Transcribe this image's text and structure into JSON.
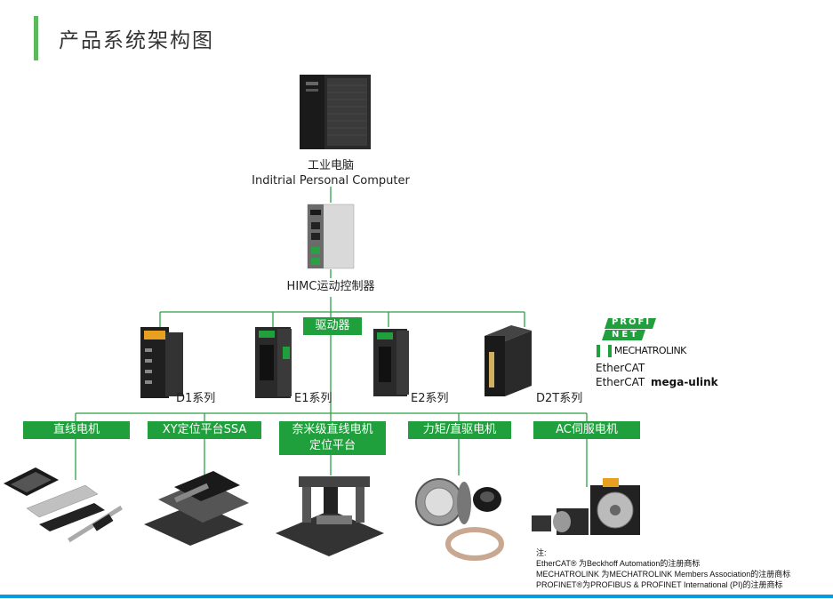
{
  "page_title": "产品系统架构图",
  "ipc": {
    "label_cn": "工业电脑",
    "label_en": "Inditrial Personal Computer"
  },
  "controller": {
    "label": "HIMC运动控制器"
  },
  "drives": {
    "tag": "驱动器",
    "items": [
      {
        "label": "D1系列"
      },
      {
        "label": "E1系列"
      },
      {
        "label": "E2系列"
      },
      {
        "label": "D2T系列"
      }
    ]
  },
  "logos": {
    "profinet_top": "PROFI",
    "profinet_bottom": "NET",
    "mechatrolink": "MECHATROLINK",
    "ethercat_1": "EtherCAT",
    "ethercat_2": "EtherCAT",
    "megaulink": "mega-ulink"
  },
  "motors": [
    {
      "label": "直线电机"
    },
    {
      "label": "XY定位平台SSA"
    },
    {
      "label_line1": "奈米级直线电机",
      "label_line2": "定位平台"
    },
    {
      "label": "力矩/直驱电机"
    },
    {
      "label": "AC伺服电机"
    }
  ],
  "notes": {
    "heading": "注:",
    "line1": "EtherCAT® 为Beckhoff Automation的注册商标",
    "line2": "MECHATROLINK 为MECHATROLINK Members Association的注册商标",
    "line3": "PROFINET®为PROFIBUS & PROFINET International (PI)的注册商标"
  },
  "colors": {
    "accent_green": "#1fa03c",
    "title_bar": "#5bb85d",
    "bottom_line": "#00a0e0"
  }
}
